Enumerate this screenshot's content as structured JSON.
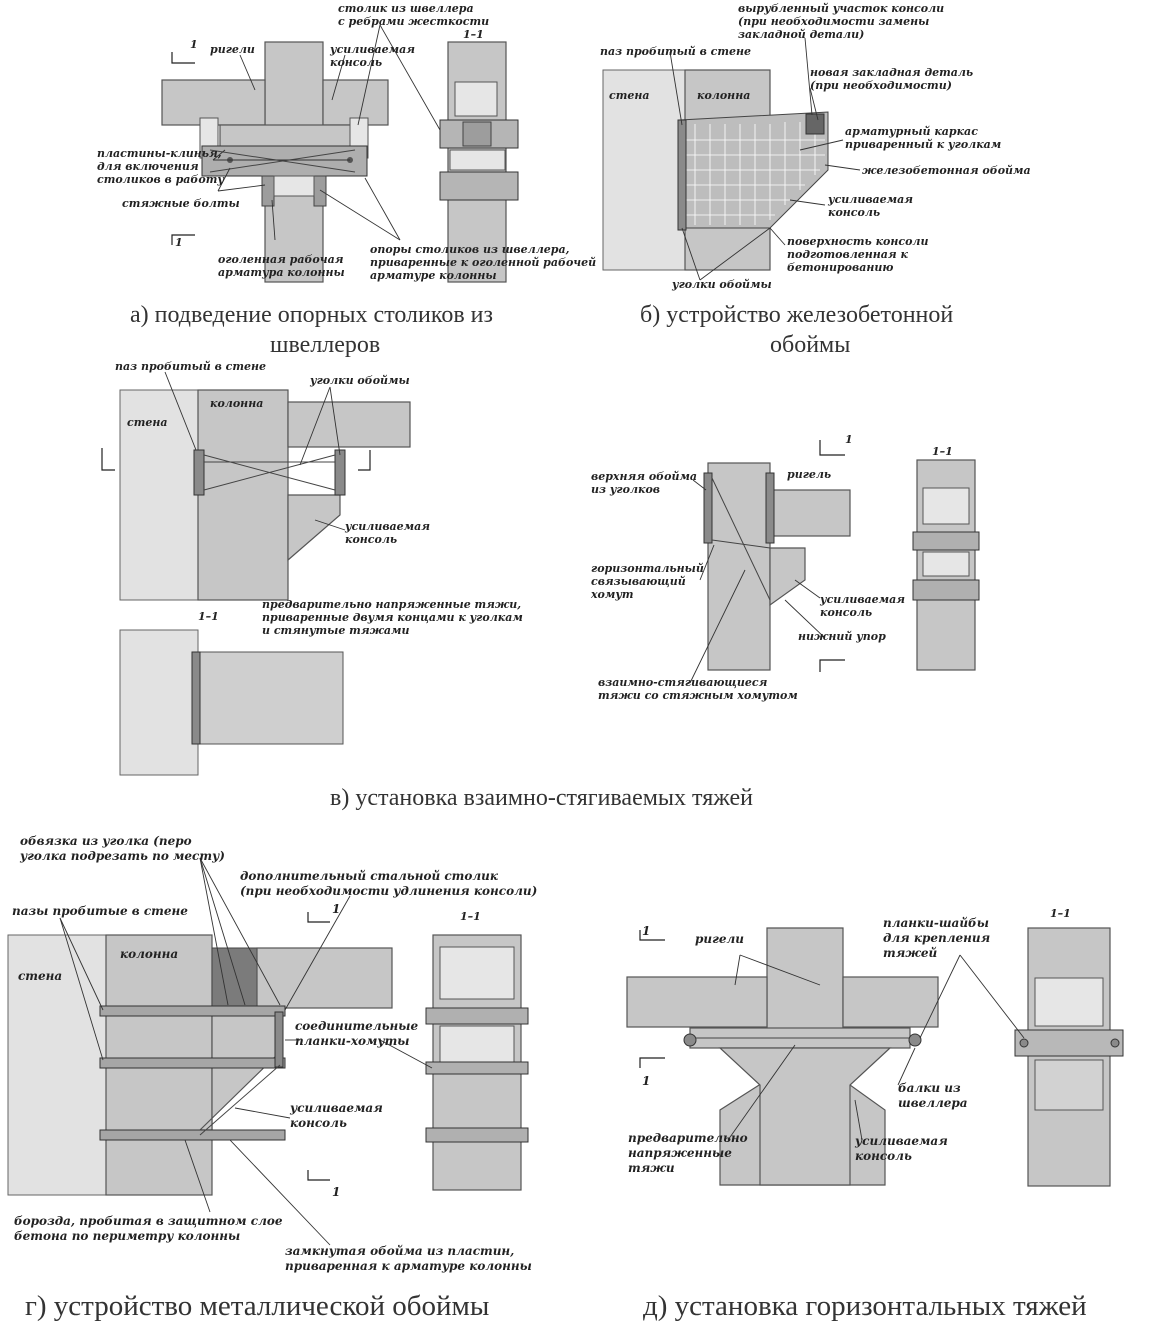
{
  "panel_a": {
    "caption_line1": "а) подведение опорных столиков из",
    "caption_line2": "швеллеров",
    "section_mark": "1–1",
    "cut_label_top": "1",
    "cut_label_bottom": "1",
    "label_rigeli": "ригели",
    "label_konsol_line1": "усиливаемая",
    "label_konsol_line2": "консоль",
    "label_stolik_line1": "столик из швеллера",
    "label_stolik_line2": "с ребрами жесткости",
    "label_plastiny_line1": "пластины-клинья,",
    "label_plastiny_line2": "для включения",
    "label_plastiny_line3": "столиков в работу",
    "label_bolty": "стяжные болты",
    "label_armatura_line1": "оголенная рабочая",
    "label_armatura_line2": "арматура колонны",
    "label_opory_line1": "опоры столиков из швеллера,",
    "label_opory_line2": "приваренные к оголенной рабочей",
    "label_opory_line3": "арматуре колонны"
  },
  "panel_b": {
    "caption_line1": "б) устройство железобетонной",
    "caption_line2": "обоймы",
    "label_vyrub_line1": "вырубленный участок консоли",
    "label_vyrub_line2": "(при необходимости замены",
    "label_vyrub_line3": "закладной детали)",
    "label_paz": "паз пробитый в стене",
    "label_stena": "стена",
    "label_kolonna": "колонна",
    "label_zaklad_line1": "новая закладная деталь",
    "label_zaklad_line2": "(при необходимости)",
    "label_karkas_line1": "арматурный каркас",
    "label_karkas_line2": "приваренный к уголкам",
    "label_oboima": "железобетонная обойма",
    "label_konsol_line1": "усиливаемая",
    "label_konsol_line2": "консоль",
    "label_poverh_line1": "поверхность консоли",
    "label_poverh_line2": "подготовленная к",
    "label_poverh_line3": "бетонированию",
    "label_ugolki": "уголки обоймы"
  },
  "panel_v": {
    "caption": "в) установка взаимно-стягиваемых тяжей",
    "label_paz": "паз пробитый в стене",
    "label_stena": "стена",
    "label_kolonna": "колонна",
    "label_ugolki": "уголки обоймы",
    "label_konsol_line1": "усиливаемая",
    "label_konsol_line2": "консоль",
    "section_mark_left": "1–1",
    "label_tyazhi_line1": "предварительно напряженные тяжи,",
    "label_tyazhi_line2": "приваренные двумя концами к уголкам",
    "label_tyazhi_line3": "и стянутые тяжами",
    "cut_label": "1",
    "label_verh_line1": "верхняя обойма",
    "label_verh_line2": "из уголков",
    "label_rigel": "ригель",
    "label_homut_line1": "горизонтальный",
    "label_homut_line2": "связывающий",
    "label_homut_line3": "хомут",
    "label_konsol2_line1": "усиливаемая",
    "label_konsol2_line2": "консоль",
    "label_upor": "нижний упор",
    "label_vzaimno_line1": "взаимно-стягивающиеся",
    "label_vzaimno_line2": "тяжи со стяжным хомутом",
    "section_mark_right": "1–1"
  },
  "panel_g": {
    "caption": "г) устройство металлической обоймы",
    "label_obvyazka_line1": "обвязка из уголка (перо",
    "label_obvyazka_line2": "уголка подрезать по месту)",
    "label_stolik_line1": "дополнительный стальной столик",
    "label_stolik_line2": "(при необходимости удлинения консоли)",
    "label_pazy": "пазы пробитые в стене",
    "label_stena": "стена",
    "label_kolonna": "колонна",
    "cut_label": "1",
    "section_mark": "1–1",
    "label_planki_line1": "соединительные",
    "label_planki_line2": "планки-хомуты",
    "label_konsol_line1": "усиливаемая",
    "label_konsol_line2": "консоль",
    "label_borozda_line1": "борозда, пробитая в защитном слое",
    "label_borozda_line2": "бетона по периметру колонны",
    "label_zamknutaya_line1": "замкнутая обойма из пластин,",
    "label_zamknutaya_line2": "приваренная к арматуре колонны"
  },
  "panel_d": {
    "caption": "д) установка горизонтальных тяжей",
    "cut_label": "1",
    "label_rigeli": "ригели",
    "label_planki_line1": "планки-шайбы",
    "label_planki_line2": "для крепления",
    "label_planki_line3": "тяжей",
    "section_mark": "1–1",
    "label_balki_line1": "балки из",
    "label_balki_line2": "швеллера",
    "label_tyazhi_line1": "предварительно",
    "label_tyazhi_line2": "напряженные",
    "label_tyazhi_line3": "тяжи",
    "label_konsol_line1": "усиливаемая",
    "label_konsol_line2": "консоль"
  }
}
